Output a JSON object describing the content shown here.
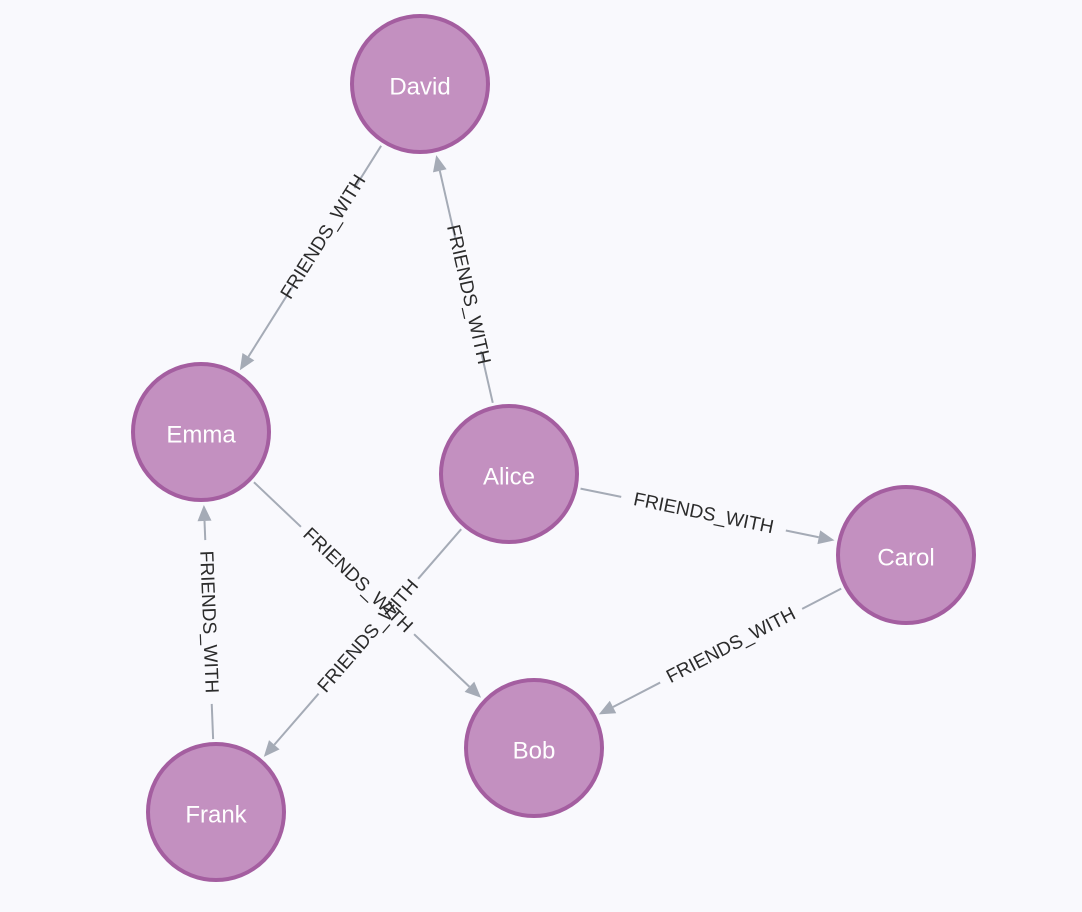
{
  "graph": {
    "node_fill": "#c390c0",
    "node_stroke": "#a45ea0",
    "relationship_color": "#a5abb6",
    "nodes": [
      {
        "id": "david",
        "label": "David"
      },
      {
        "id": "emma",
        "label": "Emma"
      },
      {
        "id": "alice",
        "label": "Alice"
      },
      {
        "id": "carol",
        "label": "Carol"
      },
      {
        "id": "bob",
        "label": "Bob"
      },
      {
        "id": "frank",
        "label": "Frank"
      }
    ],
    "relationships": [
      {
        "id": "david-emma",
        "from": "david",
        "to": "emma",
        "type": "FRIENDS_WITH"
      },
      {
        "id": "alice-david",
        "from": "alice",
        "to": "david",
        "type": "FRIENDS_WITH"
      },
      {
        "id": "alice-carol",
        "from": "alice",
        "to": "carol",
        "type": "FRIENDS_WITH"
      },
      {
        "id": "carol-bob",
        "from": "carol",
        "to": "bob",
        "type": "FRIENDS_WITH"
      },
      {
        "id": "emma-bob",
        "from": "emma",
        "to": "bob",
        "type": "FRIENDS_WITH"
      },
      {
        "id": "alice-frank",
        "from": "alice",
        "to": "frank",
        "type": "FRIENDS_WITH"
      },
      {
        "id": "frank-emma",
        "from": "frank",
        "to": "emma",
        "type": "FRIENDS_WITH"
      }
    ]
  }
}
